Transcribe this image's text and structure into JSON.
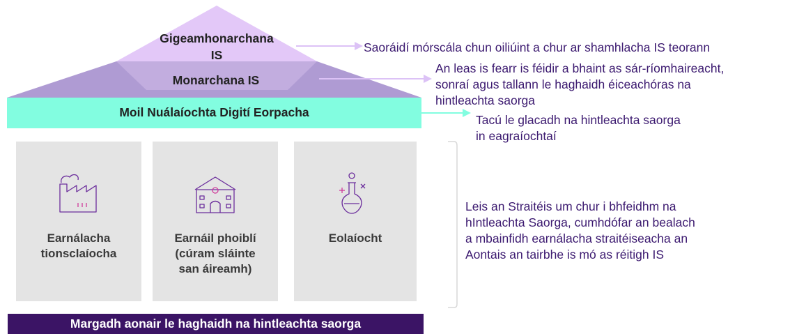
{
  "pyramid": {
    "top_label_line1": "Gigeamhonarchana",
    "top_label_line2": "IS",
    "middle_label": "Monarchana IS",
    "band_label": "Moil Nuálaíochta Digití Eorpacha"
  },
  "pillars": [
    {
      "icon": "factory-icon",
      "lines": [
        "Earnálacha",
        "tionsclaíocha"
      ]
    },
    {
      "icon": "public-building-icon",
      "lines": [
        "Earnáil phoiblí",
        "(cúram sláinte",
        "san áireamh)"
      ]
    },
    {
      "icon": "flask-icon",
      "lines": [
        "Eolaíocht"
      ]
    }
  ],
  "foundation_label": "Margadh aonair le haghaidh na hintleachta saorga",
  "annotations": {
    "top": [
      "Saoráidí mórscála chun oiliúint a chur ar shamhlacha IS teorann"
    ],
    "middle": [
      "An leas is fearr is féidir a bhaint as sár-ríomhaireacht,",
      "sonraí agus tallann le haghaidh éiceachóras na",
      "hintleachta saorga"
    ],
    "band": [
      "Tacú le glacadh na hintleachta saorga",
      "in eagraíochtaí"
    ],
    "bracket": [
      "Leis an Straitéis um chur i bhfeidhm na",
      "hIntleachta Saorga, cumhdófar an bealach",
      "a mbainfidh earnálacha straitéiseacha an",
      "Aontais an tairbhe is mó as réitigh IS"
    ]
  },
  "colors": {
    "top_triangle": "#e3c8f8",
    "middle_band": "#c2addf",
    "trapezoid": "#af9bd3",
    "mint_band": "#82fde0",
    "pillar_bg": "#e4e4e4",
    "foundation": "#3b1465",
    "arrow": "#dcc2f6",
    "text_purple": "#3c1a70"
  }
}
